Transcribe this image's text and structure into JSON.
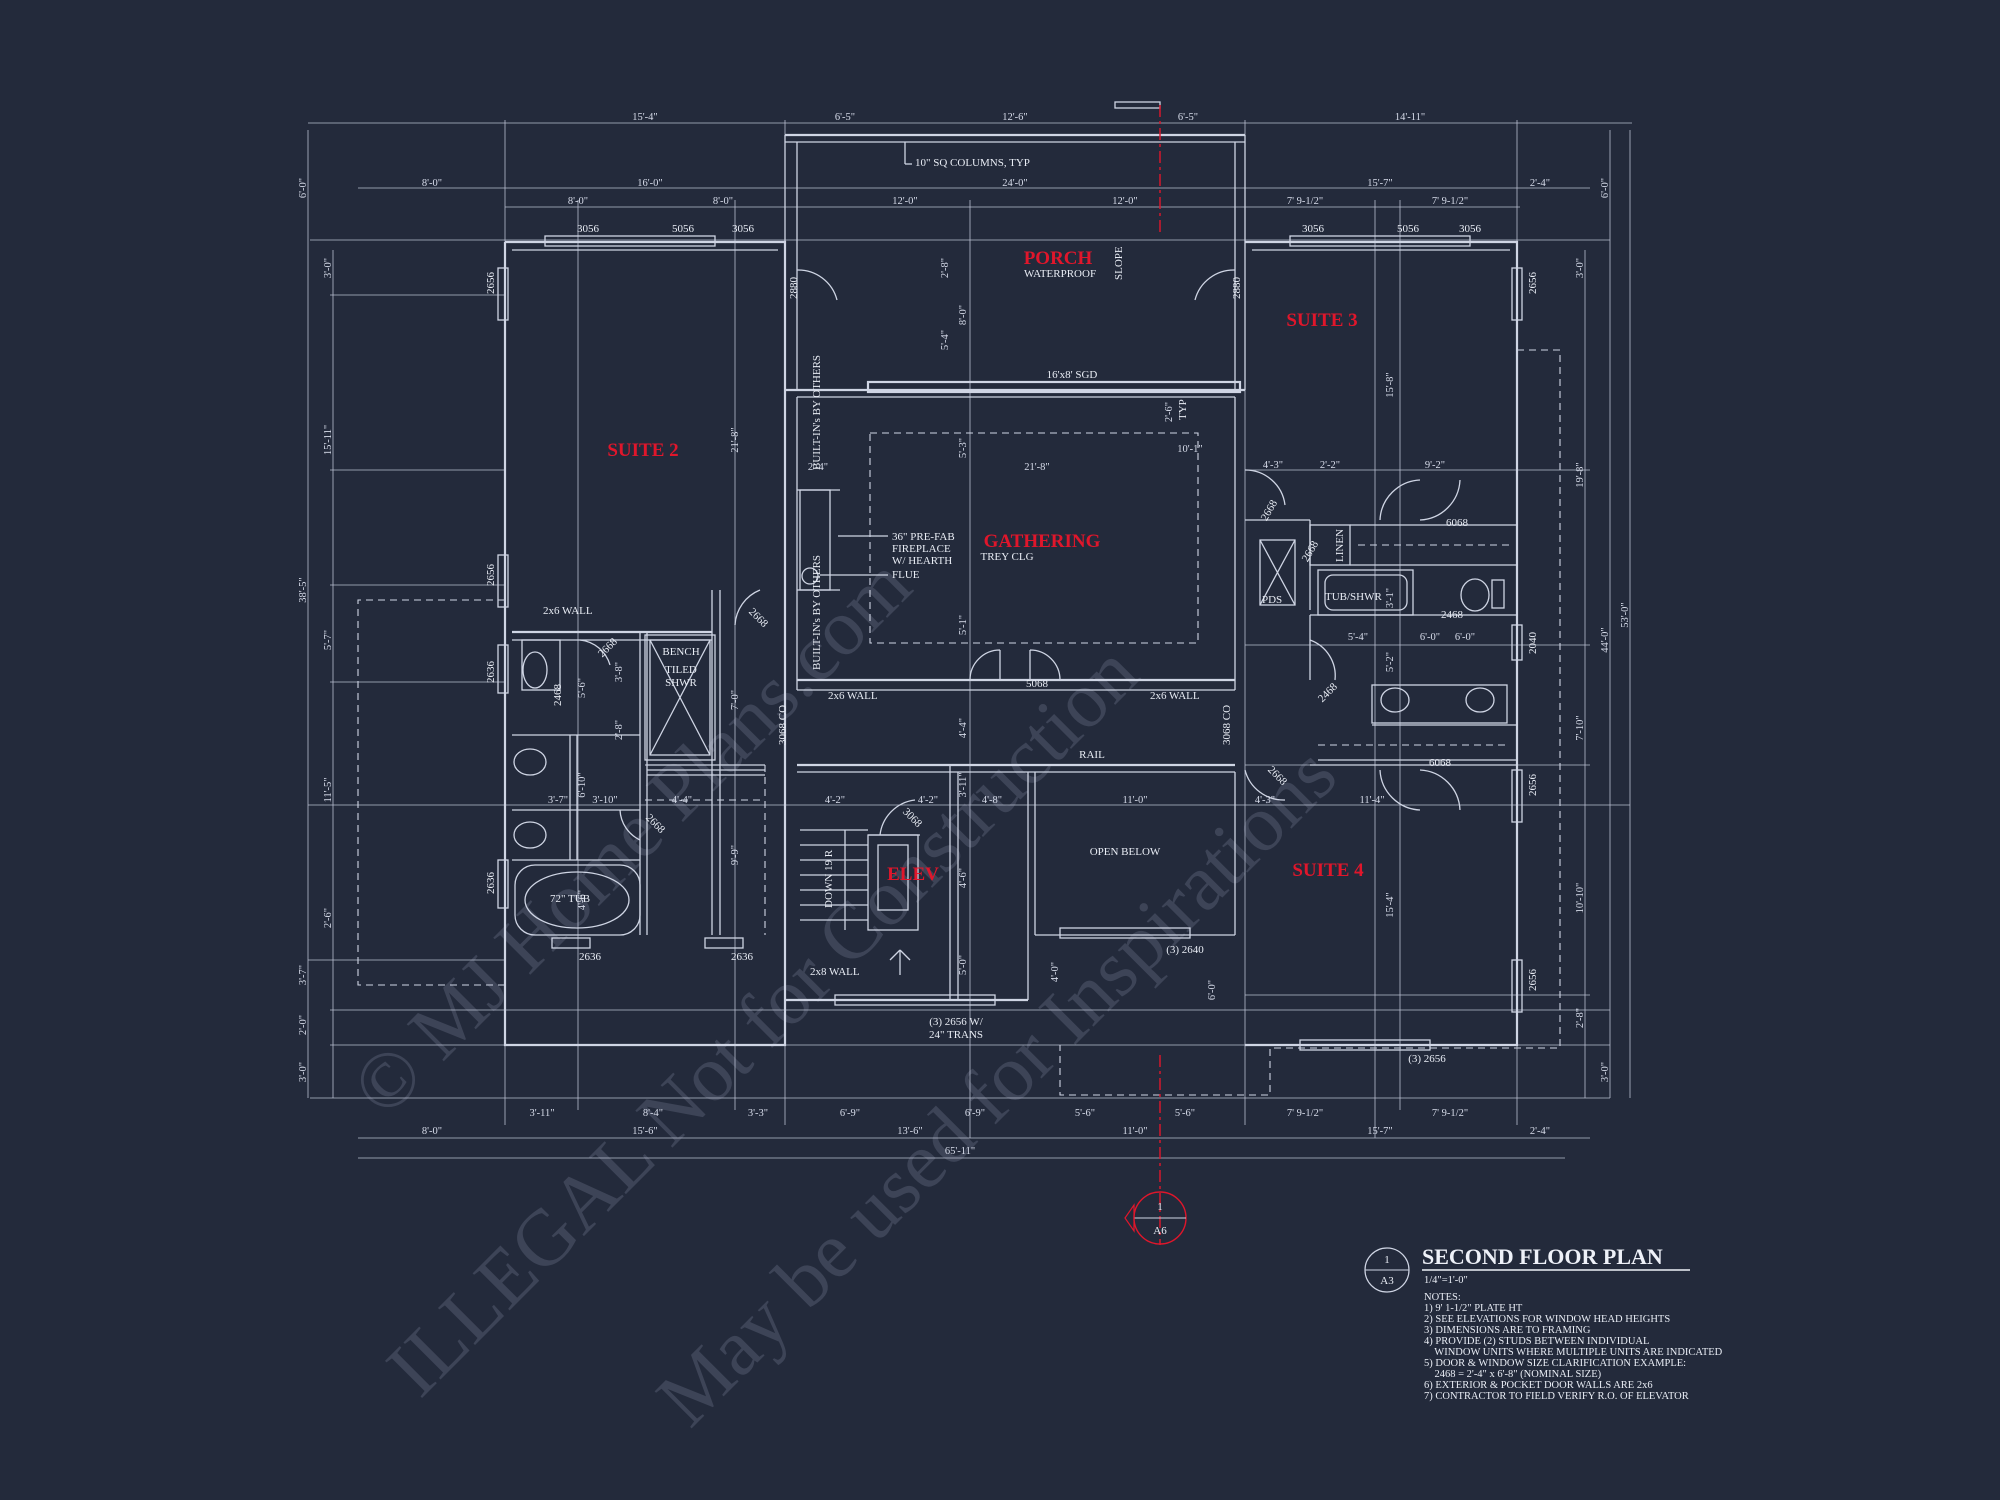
{
  "plan": {
    "title": "SECOND FLOOR PLAN",
    "scale": "1/4\"=1'-0\"",
    "tag_number": "1",
    "tag_sheet": "A3",
    "section_number": "1",
    "section_sheet": "A6",
    "notes_heading": "NOTES:",
    "notes": [
      "1) 9' 1-1/2\" PLATE HT",
      "2) SEE ELEVATIONS FOR WINDOW HEAD HEIGHTS",
      "3) DIMENSIONS ARE TO FRAMING",
      "4) PROVIDE (2) STUDS BETWEEN INDIVIDUAL",
      "    WINDOW UNITS WHERE MULTIPLE UNITS ARE INDICATED",
      "5) DOOR & WINDOW SIZE CLARIFICATION EXAMPLE:",
      "    2468 = 2'-4\" x 6'-8\" (NOMINAL SIZE)",
      "6) EXTERIOR & POCKET DOOR WALLS ARE 2x6",
      "7) CONTRACTOR TO FIELD VERIFY R.O. OF ELEVATOR"
    ]
  },
  "watermark": {
    "line1": "© MJ Home Plans.com",
    "line2": "ILLEGAL Not for Construction",
    "line3": "May be used for Inspirations"
  },
  "rooms": {
    "suite2": "SUITE 2",
    "suite3": "SUITE 3",
    "suite4": "SUITE 4",
    "porch": "PORCH",
    "porch_sub": "WATERPROOF",
    "gathering": "GATHERING",
    "gathering_sub": "TREY CLG",
    "elev": "ELEV",
    "open_below": "OPEN BELOW"
  },
  "labels": {
    "columns": "10\" SQ COLUMNS, TYP",
    "slope": "SLOPE",
    "sgd": "16'x8' SGD",
    "builtins": "BUILT-IN's BY OTHERS",
    "fp1": "36\" PRE-FAB",
    "fp2": "FIREPLACE",
    "fp3": "W/ HEARTH",
    "fp4": "FLUE",
    "wall2x6": "2x6 WALL",
    "wall2x8": "2x8 WALL",
    "bench": "BENCH",
    "tiled1": "TILED",
    "tiled2": "SHWR",
    "tub72": "72\" TUB",
    "rail": "RAIL",
    "down": "DOWN 19 R",
    "tubshwr": "TUB/SHWR",
    "linen": "LINEN",
    "pds": "PDS",
    "co": "3068 CO",
    "trans1": "(3) 2656 W/",
    "trans2": "24\" TRANS",
    "win3_2640": "(3) 2640",
    "win3_2656": "(3) 2656",
    "typ": "TYP",
    "d5068": "5068",
    "d6068": "6068",
    "d2880": "2880",
    "d2668": "2668",
    "d2468": "2468",
    "d2040": "2040",
    "d3068": "3068",
    "w3056": "3056",
    "w5056": "5056",
    "w2656": "2656",
    "w2636": "2636"
  },
  "dims": {
    "top": [
      "15'-4\"",
      "6'-5\"",
      "12'-6\"",
      "6'-5\"",
      "14'-11\""
    ],
    "top2": [
      "8'-0\"",
      "16'-0\"",
      "24'-0\"",
      "15'-7\"",
      "2'-4\""
    ],
    "top3": [
      "8'-0\"",
      "8'-0\"",
      "12'-0\"",
      "12'-0\"",
      "7' 9-1/2\"",
      "7' 9-1/2\""
    ],
    "bottom1": [
      "3'-11\"",
      "8'-4\"",
      "3'-3\"",
      "6'-9\"",
      "6'-9\"",
      "5'-6\"",
      "5'-6\"",
      "7' 9-1/2\"",
      "7' 9-1/2\""
    ],
    "bottom2": [
      "8'-0\"",
      "15'-6\"",
      "13'-6\"",
      "11'-0\"",
      "15'-7\"",
      "2'-4\""
    ],
    "overall": "65'-11\"",
    "left_outer": [
      "6'-0\"",
      "3'-0\"",
      "15'-11\"",
      "5'-7\"",
      "11'-5\"",
      "2'-6\"",
      "3'-7\"",
      "2'-0\"",
      "3'-0\""
    ],
    "left_total": "38'-5\"",
    "right_outer": [
      "6'-0\"",
      "3'-0\"",
      "19'-8\"",
      "7'-10\"",
      "10'-10\"",
      "2'-8\"",
      "3'-0\""
    ],
    "right_total": [
      "44'-0\"",
      "53'-0\""
    ],
    "interior": [
      "21'-8\"",
      "21'-8\"",
      "7'-0\"",
      "9'-9\"",
      "5'-6\"",
      "3'-7\"",
      "3'-10\"",
      "6'-10\"",
      "4'-4\"",
      "4'-2\"",
      "4'-2\"",
      "4'-8\"",
      "11'-0\"",
      "4'-3\"",
      "11'-4\"",
      "4'-3\"",
      "2'-2\"",
      "9'-2\"",
      "5'-4\"",
      "6'-0\"",
      "15'-8\"",
      "15'-4\"",
      "2'-8\"",
      "8'-0\"",
      "5'-4\"",
      "5'-3\"",
      "5'-1\"",
      "4'-4\"",
      "3'-11\"",
      "4'-6\"",
      "5'-0\"",
      "4'-0\"",
      "6'-0\"",
      "2'-6\"",
      "2'-4\"",
      "10'-1\"",
      "3'-8\"",
      "2'-8\"",
      "4'-6\"",
      "3'-1\"",
      "5'-2\"",
      "6'-0\""
    ]
  }
}
